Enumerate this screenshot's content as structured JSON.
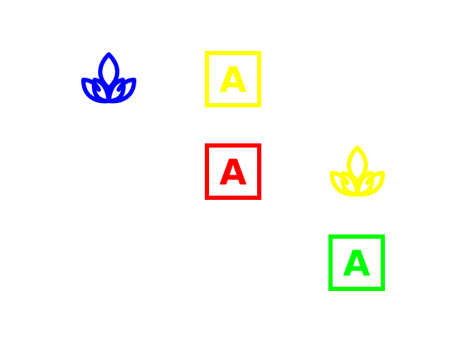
{
  "icons": {
    "lotus": {
      "icon": "lotus-icon"
    },
    "letter_box": {
      "icon": "letter-a-box-icon",
      "letter": "A"
    }
  },
  "items": [
    {
      "icon": "lotus-icon",
      "color": "#0000ff"
    },
    {
      "icon": "letter-a-box-icon",
      "color": "#ffff00",
      "letter": "A"
    },
    {
      "icon": "letter-a-box-icon",
      "color": "#ff0000",
      "letter": "A"
    },
    {
      "icon": "lotus-icon",
      "color": "#ffff00"
    },
    {
      "icon": "letter-a-box-icon",
      "color": "#00ff00",
      "letter": "A"
    }
  ]
}
